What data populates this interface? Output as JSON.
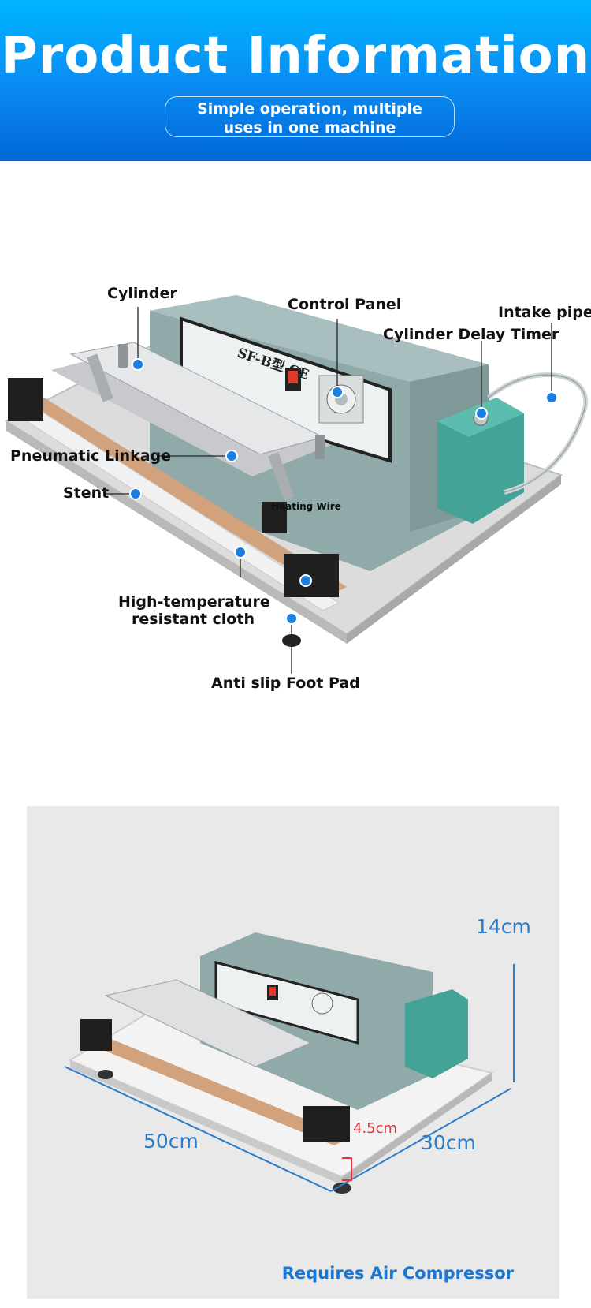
{
  "header": {
    "title": "Product Information",
    "badge_line1": "Simple operation, multiple",
    "badge_line2": "uses in one machine"
  },
  "product": {
    "model_plate": "SF-B型 CE"
  },
  "callouts": {
    "cylinder": "Cylinder",
    "control_panel": "Control Panel",
    "intake_pipe": "Intake pipe",
    "cylinder_delay_timer": "Cylinder Delay Timer",
    "pneumatic_linkage": "Pneumatic Linkage",
    "stent": "Stent",
    "heating_wire": "Heating Wire",
    "cloth_line1": "High-temperature",
    "cloth_line2": "resistant cloth",
    "foot_pad": "Anti slip Foot Pad"
  },
  "dimensions": {
    "height": "14cm",
    "length": "50cm",
    "width": "30cm",
    "base_height": "4.5cm",
    "note": "Requires Air Compressor"
  },
  "colors": {
    "header_top": "#00b4ff",
    "header_bottom": "#0066d6",
    "callout_dot": "#1a7fe0",
    "dimension_line": "#2b7cc9",
    "base_height_mark": "#e0333a",
    "machine_body": "#8fa8a8"
  }
}
